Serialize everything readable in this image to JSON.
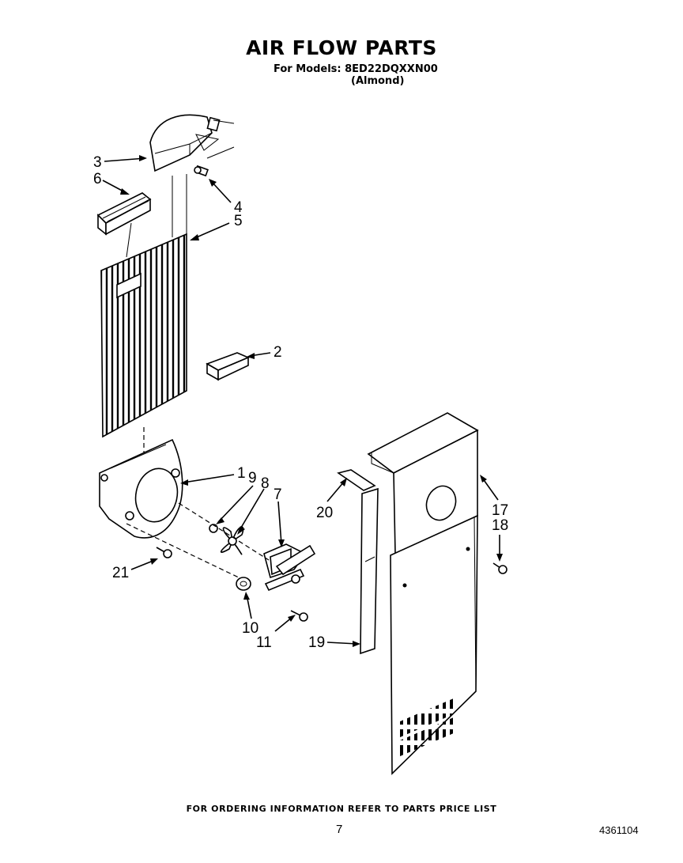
{
  "header": {
    "title": "AIR FLOW PARTS",
    "models_line": "For Models: 8ED22DQXXN00",
    "color_note": "(Almond)"
  },
  "callouts": [
    "1",
    "2",
    "3",
    "4",
    "5",
    "6",
    "7",
    "8",
    "9",
    "10",
    "11",
    "17",
    "18",
    "19",
    "20",
    "21"
  ],
  "footer": {
    "ordering_note": "FOR ORDERING INFORMATION REFER TO PARTS PRICE LIST",
    "page_number": "7",
    "document_number": "4361104"
  }
}
